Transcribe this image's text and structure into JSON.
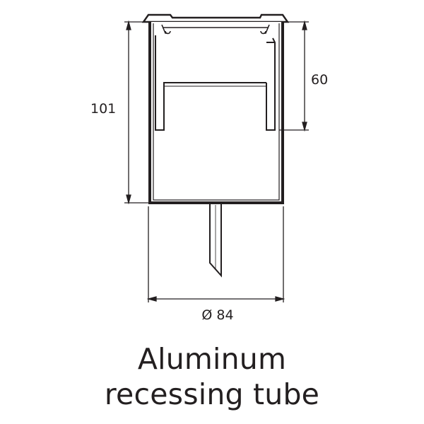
{
  "dimensions": {
    "height_total": "101",
    "height_partial": "60",
    "diameter": "Ø 84"
  },
  "caption": {
    "line1": "Aluminum",
    "line2": "recessing tube"
  }
}
